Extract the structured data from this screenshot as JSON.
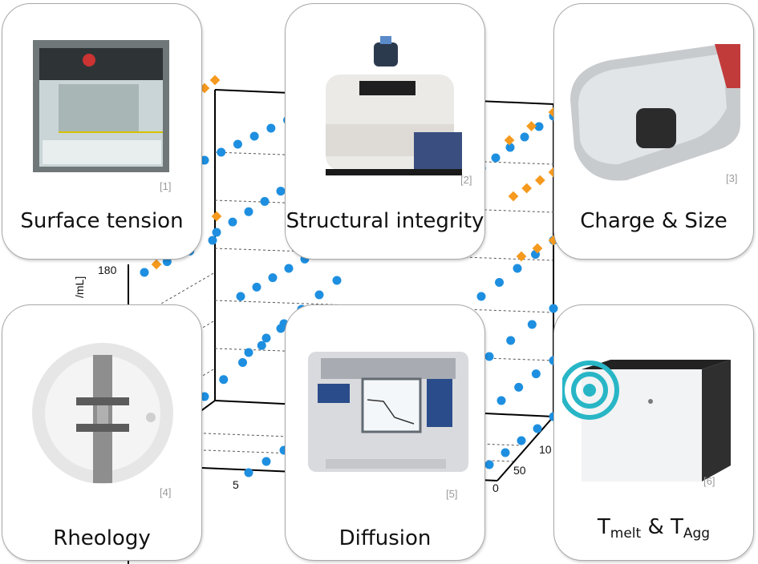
{
  "background_chart": {
    "tick_labels": [
      "180",
      "5",
      "10",
      "50",
      "0"
    ],
    "axis_label_fragment": "/mL]",
    "colors": {
      "series_a": "#1e8fe0",
      "series_b": "#f59a1e"
    }
  },
  "cards": [
    {
      "label": "Surface tension",
      "ref": "[1]",
      "icon": "tensiometer-instrument-icon"
    },
    {
      "label": "Structural integrity",
      "ref": "[2]",
      "icon": "ftir-spectrometer-icon"
    },
    {
      "label": "Charge & Size",
      "ref": "[3]",
      "icon": "zetasizer-instrument-icon"
    },
    {
      "label": "Rheology",
      "ref": "[4]",
      "icon": "rheometer-geometry-icon"
    },
    {
      "label": "Diffusion",
      "ref": "[5]",
      "icon": "dls-plate-reader-icon"
    },
    {
      "label_main1": "T",
      "label_sub1": "melt",
      "label_mid": " & ",
      "label_main2": "T",
      "label_sub2": "Agg",
      "ref": "[6]",
      "icon": "thermal-stability-analyzer-icon"
    }
  ]
}
